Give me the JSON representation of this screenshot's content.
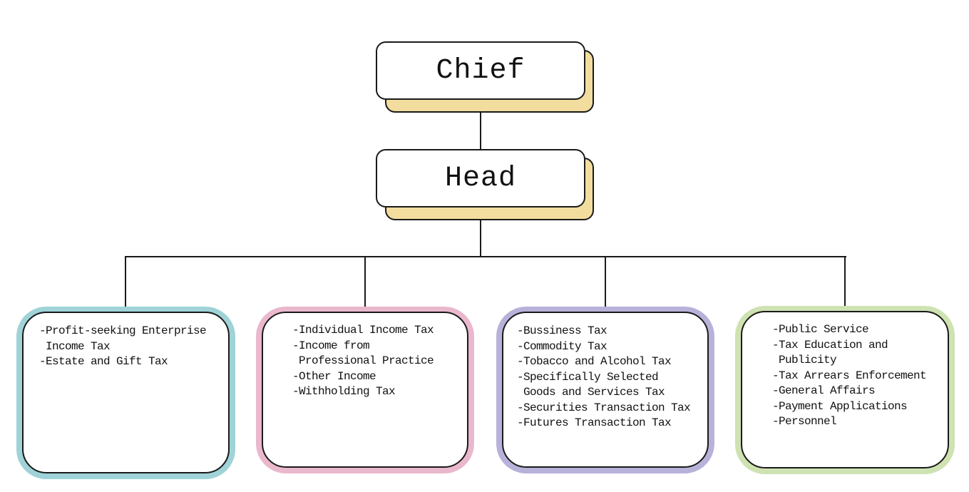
{
  "chief": {
    "label": "Chief"
  },
  "head": {
    "label": "Head"
  },
  "colors": {
    "shadow": "#f2dd9f",
    "line": "#1a1a1a",
    "dept_borders": [
      "#9fd3d8",
      "#eab8cc",
      "#b7b2d9",
      "#cfe2b2"
    ]
  },
  "departments": [
    {
      "lines": [
        "-Profit-seeking Enterprise",
        " Income Tax",
        "-Estate and Gift Tax"
      ]
    },
    {
      "lines": [
        "-Individual Income Tax",
        "-Income from",
        " Professional Practice",
        "-Other Income",
        "-Withholding Tax"
      ]
    },
    {
      "lines": [
        "-Bussiness Tax",
        "-Commodity Tax",
        "-Tobacco and Alcohol Tax",
        "-Specifically Selected",
        " Goods and Services Tax",
        "-Securities Transaction Tax",
        "-Futures Transaction Tax"
      ]
    },
    {
      "lines": [
        "-Public Service",
        "-Tax Education and",
        " Publicity",
        "-Tax Arrears Enforcement",
        "-General Affairs",
        "-Payment Applications",
        "-Personnel"
      ]
    }
  ]
}
